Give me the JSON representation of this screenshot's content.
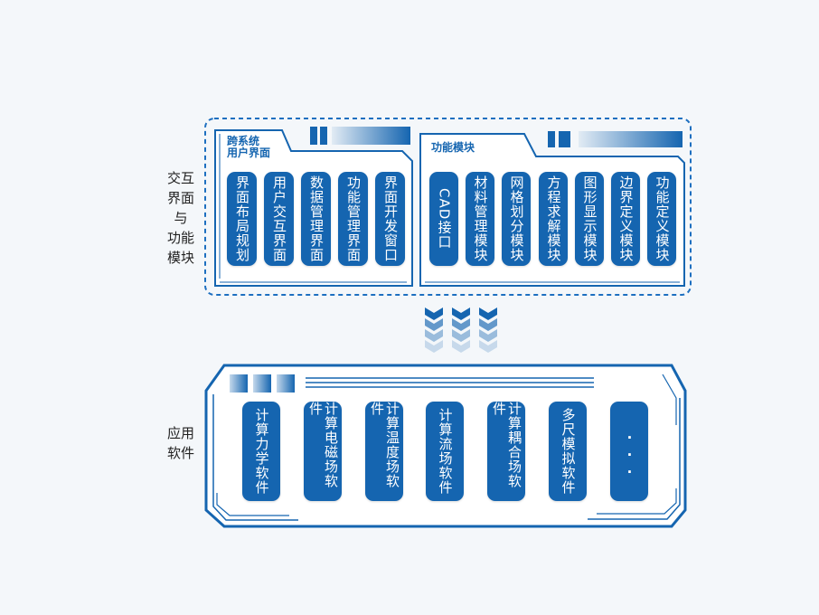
{
  "labels": {
    "top_side": "交互\n界面\n与\n功能\n模块",
    "bottom_side": "应用\n软件"
  },
  "left_panel": {
    "title": "跨系统\n用户界面",
    "items": [
      "界面布局规划",
      "用户交互界面",
      "数据管理界面",
      "功能管理界面",
      "界面开发窗口"
    ]
  },
  "right_panel": {
    "title": "功能模块",
    "items": [
      "CAD接口",
      "材料管理模块",
      "网格划分模块",
      "方程求解模块",
      "图形显示模块",
      "边界定义模块",
      "功能定义模块"
    ]
  },
  "bottom_panel": {
    "items": [
      "计算力学软件",
      "计算电磁场软件",
      "计算温度场软件",
      "计算流场软件",
      "计算耦合场软件",
      "多尺模拟软件",
      "..."
    ]
  },
  "colors": {
    "primary": "#1565b0",
    "dashed_border": "#1d6fc0"
  }
}
